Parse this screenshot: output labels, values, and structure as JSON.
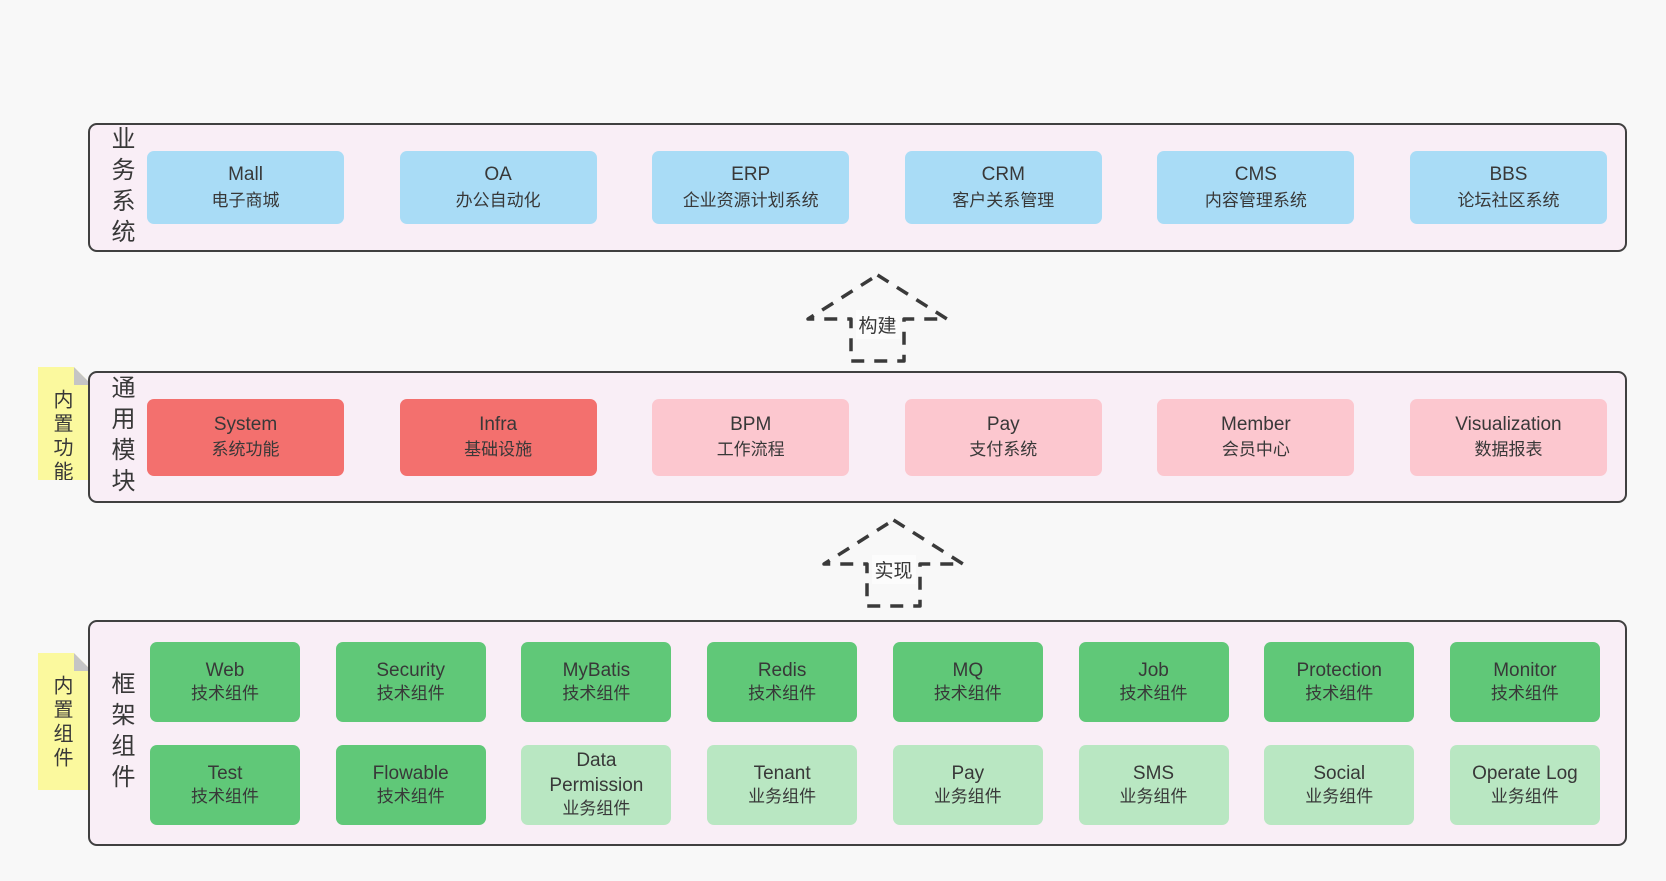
{
  "palette": {
    "page_bg": "#f8f8f8",
    "section_bg": "#f9eef6",
    "section_border": "#404040",
    "business_box_blue": "#a9dcf6",
    "core_module_red": "#f3706e",
    "module_pink": "#fcc7cf",
    "tech_component_green": "#60c878",
    "biz_component_green_light": "#b9e7c2",
    "sticky_note_yellow": "#fbf99e",
    "note_fold_gray": "#c5c5c5",
    "arrow_dash": "#3a3a3a",
    "text": "#383838"
  },
  "sections": [
    {
      "label": "业务系统",
      "note": "",
      "rows": [
        [
          {
            "en": "Mall",
            "zh": "电子商城",
            "type": "blue"
          },
          {
            "en": "OA",
            "zh": "办公自动化",
            "type": "blue"
          },
          {
            "en": "ERP",
            "zh": "企业资源计划系统",
            "type": "blue"
          },
          {
            "en": "CRM",
            "zh": "客户关系管理",
            "type": "blue"
          },
          {
            "en": "CMS",
            "zh": "内容管理系统",
            "type": "blue"
          },
          {
            "en": "BBS",
            "zh": "论坛社区系统",
            "type": "blue"
          }
        ]
      ]
    },
    {
      "label": "通用模块",
      "note": "内置功能",
      "rows": [
        [
          {
            "en": "System",
            "zh": "系统功能",
            "type": "red"
          },
          {
            "en": "Infra",
            "zh": "基础设施",
            "type": "red"
          },
          {
            "en": "BPM",
            "zh": "工作流程",
            "type": "pink"
          },
          {
            "en": "Pay",
            "zh": "支付系统",
            "type": "pink"
          },
          {
            "en": "Member",
            "zh": "会员中心",
            "type": "pink"
          },
          {
            "en": "Visualization",
            "zh": "数据报表",
            "type": "pink"
          }
        ]
      ]
    },
    {
      "label": "框架组件",
      "note": "内置组件",
      "rows": [
        [
          {
            "en": "Web",
            "zh": "技术组件",
            "type": "green"
          },
          {
            "en": "Security",
            "zh": "技术组件",
            "type": "green"
          },
          {
            "en": "MyBatis",
            "zh": "技术组件",
            "type": "green"
          },
          {
            "en": "Redis",
            "zh": "技术组件",
            "type": "green"
          },
          {
            "en": "MQ",
            "zh": "技术组件",
            "type": "green"
          },
          {
            "en": "Job",
            "zh": "技术组件",
            "type": "green"
          },
          {
            "en": "Protection",
            "zh": "技术组件",
            "type": "green"
          },
          {
            "en": "Monitor",
            "zh": "技术组件",
            "type": "green"
          }
        ],
        [
          {
            "en": "Test",
            "zh": "技术组件",
            "type": "green"
          },
          {
            "en": "Flowable",
            "zh": "技术组件",
            "type": "green"
          },
          {
            "en": "Data Permission",
            "zh": "业务组件",
            "type": "green-light"
          },
          {
            "en": "Tenant",
            "zh": "业务组件",
            "type": "green-light"
          },
          {
            "en": "Pay",
            "zh": "业务组件",
            "type": "green-light"
          },
          {
            "en": "SMS",
            "zh": "业务组件",
            "type": "green-light"
          },
          {
            "en": "Social",
            "zh": "业务组件",
            "type": "green-light"
          },
          {
            "en": "Operate Log",
            "zh": "业务组件",
            "type": "green-light"
          }
        ]
      ]
    }
  ],
  "arrows": [
    {
      "label": "构建"
    },
    {
      "label": "实现"
    }
  ]
}
